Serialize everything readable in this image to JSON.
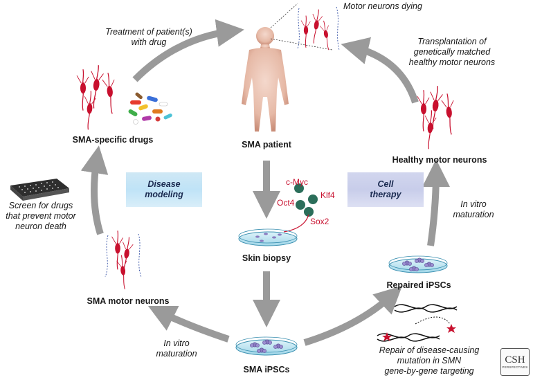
{
  "nodes": {
    "sma_patient": "SMA patient",
    "skin_biopsy": "Skin biopsy",
    "sma_ipscs": "SMA iPSCs",
    "sma_motor_neurons": "SMA motor neurons",
    "sma_specific_drugs": "SMA-specific drugs",
    "healthy_motor_neurons": "Healthy motor neurons",
    "repaired_ipscs": "Repaired iPSCs"
  },
  "annotations": {
    "motor_neurons_dying": "Motor neurons dying",
    "treatment_line1": "Treatment of patient(s)",
    "treatment_line2": "with drug",
    "transplant_line1": "Transplantation of",
    "transplant_line2": "genetically matched",
    "transplant_line3": "healthy motor neurons",
    "screen_line1": "Screen for drugs",
    "screen_line2": "that prevent motor",
    "screen_line3": "neuron death",
    "maturation_left_line1": "In vitro",
    "maturation_left_line2": "maturation",
    "maturation_right_line1": "In vitro",
    "maturation_right_line2": "maturation",
    "repair_line1": "Repair of disease-causing",
    "repair_line2": "mutation in SMN",
    "repair_line3": "gene-by-gene targeting"
  },
  "bands": {
    "disease_line1": "Disease",
    "disease_line2": "modeling",
    "cell_line1": "Cell",
    "cell_line2": "therapy"
  },
  "factors": {
    "c_myc": "c-Myc",
    "klf4": "Klf4",
    "oct4": "Oct4",
    "sox2": "Sox2"
  },
  "logo": {
    "main": "CSH",
    "sub": "PERSPECTIVES"
  },
  "colors": {
    "arrow": "#9a9a9a",
    "neuron": "#c8102e",
    "factor": "#c8102e",
    "dish_fill": "#bfe6f2",
    "dish_edge": "#3a8fb0",
    "colony": "#8a7cc0",
    "virus": "#2b6e5a",
    "skin": "#e8bfae"
  }
}
